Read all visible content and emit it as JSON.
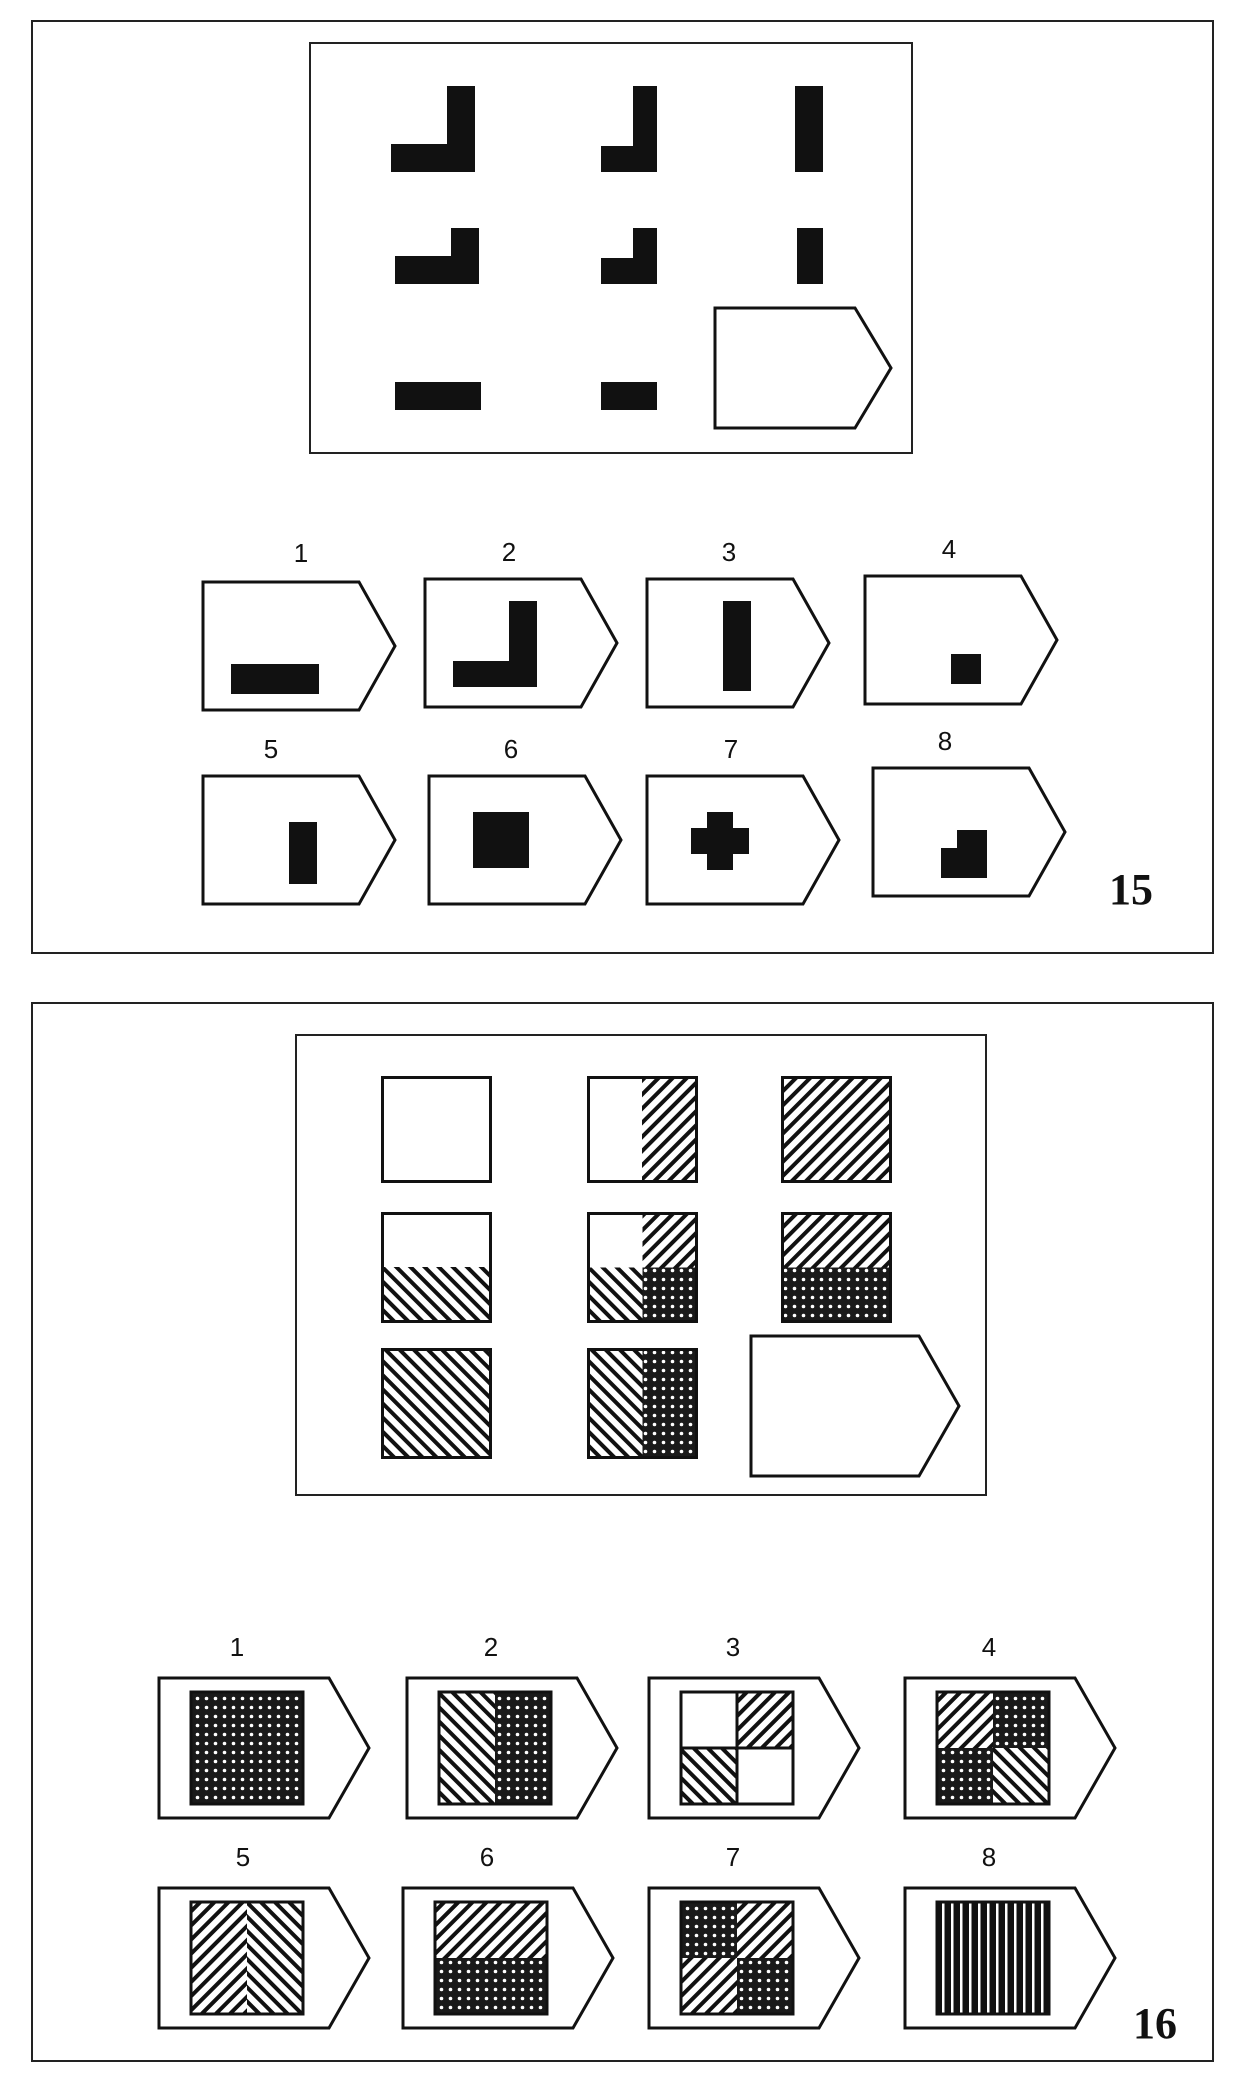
{
  "problems": [
    {
      "number": "15",
      "options": [
        {
          "label": "1",
          "icon": "horizontal-bar-icon"
        },
        {
          "label": "2",
          "icon": "l-shape-icon"
        },
        {
          "label": "3",
          "icon": "vertical-bar-icon"
        },
        {
          "label": "4",
          "icon": "small-square-icon"
        },
        {
          "label": "5",
          "icon": "short-vertical-bar-icon"
        },
        {
          "label": "6",
          "icon": "square-icon"
        },
        {
          "label": "7",
          "icon": "cross-icon"
        },
        {
          "label": "8",
          "icon": "small-l-shape-icon"
        }
      ]
    },
    {
      "number": "16",
      "options": [
        {
          "label": "1",
          "icon": "dotted-square-icon"
        },
        {
          "label": "2",
          "icon": "hatched-dotted-split-square-icon"
        },
        {
          "label": "3",
          "icon": "checker-hatched-square-icon"
        },
        {
          "label": "4",
          "icon": "mixed-pattern-square-icon"
        },
        {
          "label": "5",
          "icon": "chevron-hatched-square-icon"
        },
        {
          "label": "6",
          "icon": "hatched-top-dotted-bottom-square-icon"
        },
        {
          "label": "7",
          "icon": "quartered-mixed-square-icon"
        },
        {
          "label": "8",
          "icon": "vertical-striped-square-icon"
        }
      ]
    }
  ],
  "colors": {
    "ink": "#111111",
    "paper": "#ffffff"
  }
}
